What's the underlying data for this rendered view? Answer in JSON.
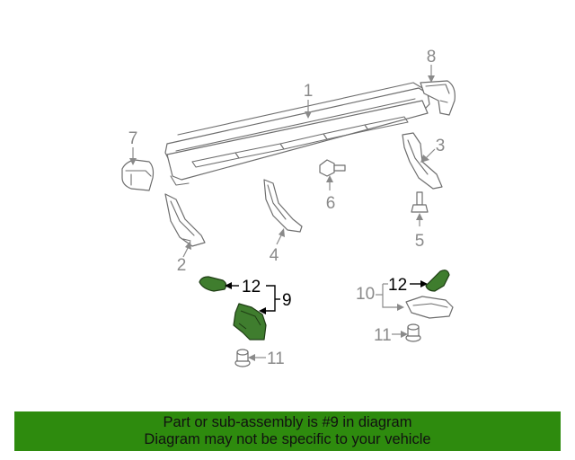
{
  "callouts": {
    "c1": "1",
    "c2": "2",
    "c3": "3",
    "c4": "4",
    "c5": "5",
    "c6": "6",
    "c7": "7",
    "c8": "8",
    "c9": "9",
    "c10": "10",
    "c11_left": "11",
    "c11_right": "11",
    "c12_left": "12",
    "c12_right": "12"
  },
  "footer": {
    "line1": "Part or sub-assembly is #9 in diagram",
    "line2": "Diagram may not be specific to your vehicle"
  },
  "colors": {
    "highlight_part": "#3f7d2e",
    "footer_background": "#2e8b0e",
    "callout_gray": "#8a8a8a",
    "callout_black": "#000000"
  }
}
